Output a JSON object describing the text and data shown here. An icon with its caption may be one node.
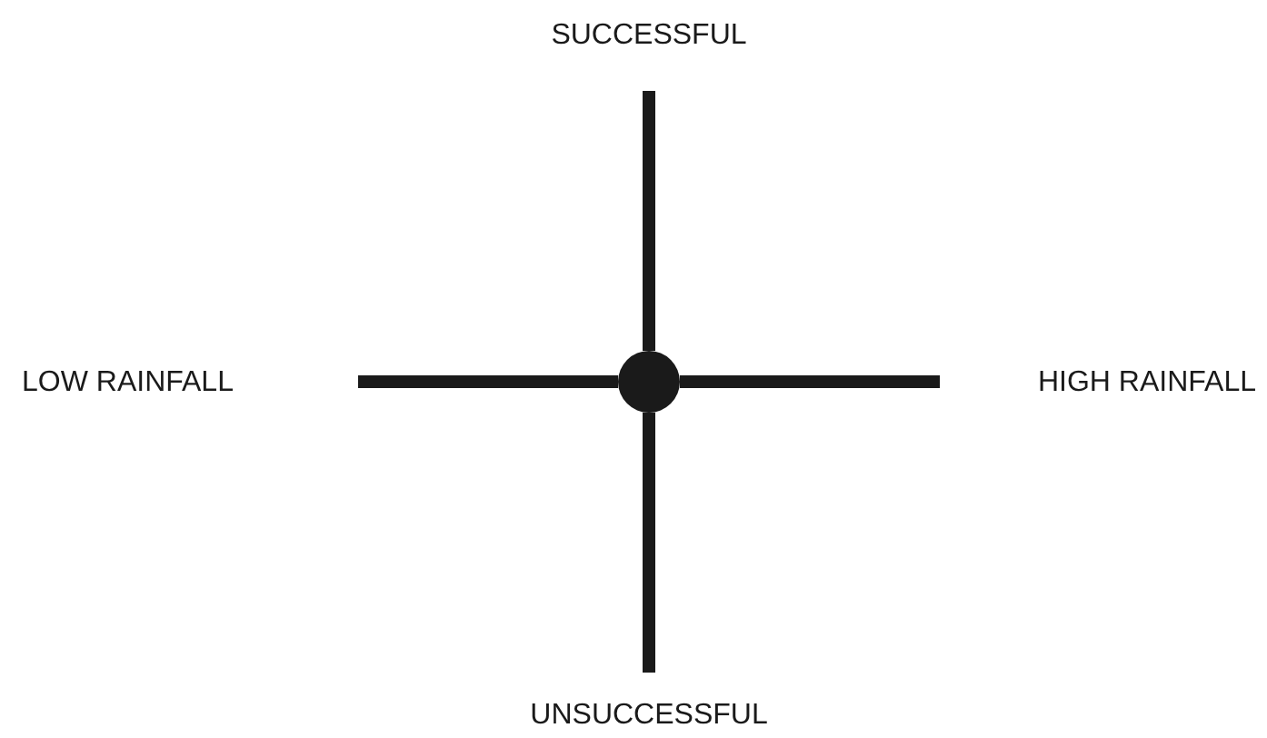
{
  "diagram": {
    "nodes": [
      {
        "text": [],
        "shape": "circle"
      },
      {
        "text": [
          "SUCCESSFUL"
        ]
      },
      {
        "text": [
          "LOW RAINFALL"
        ]
      },
      {
        "text": [
          "HIGH RAINFALL"
        ]
      },
      {
        "text": [
          "UNSUCCESSFUL"
        ]
      }
    ],
    "edges": [
      {
        "from": 0,
        "to": 1,
        "arrow": "none"
      },
      {
        "from": 0,
        "to": 2,
        "arrow": "none"
      },
      {
        "from": 0,
        "to": 3,
        "arrow": "none"
      },
      {
        "from": 0,
        "to": 4,
        "arrow": "none"
      }
    ]
  }
}
